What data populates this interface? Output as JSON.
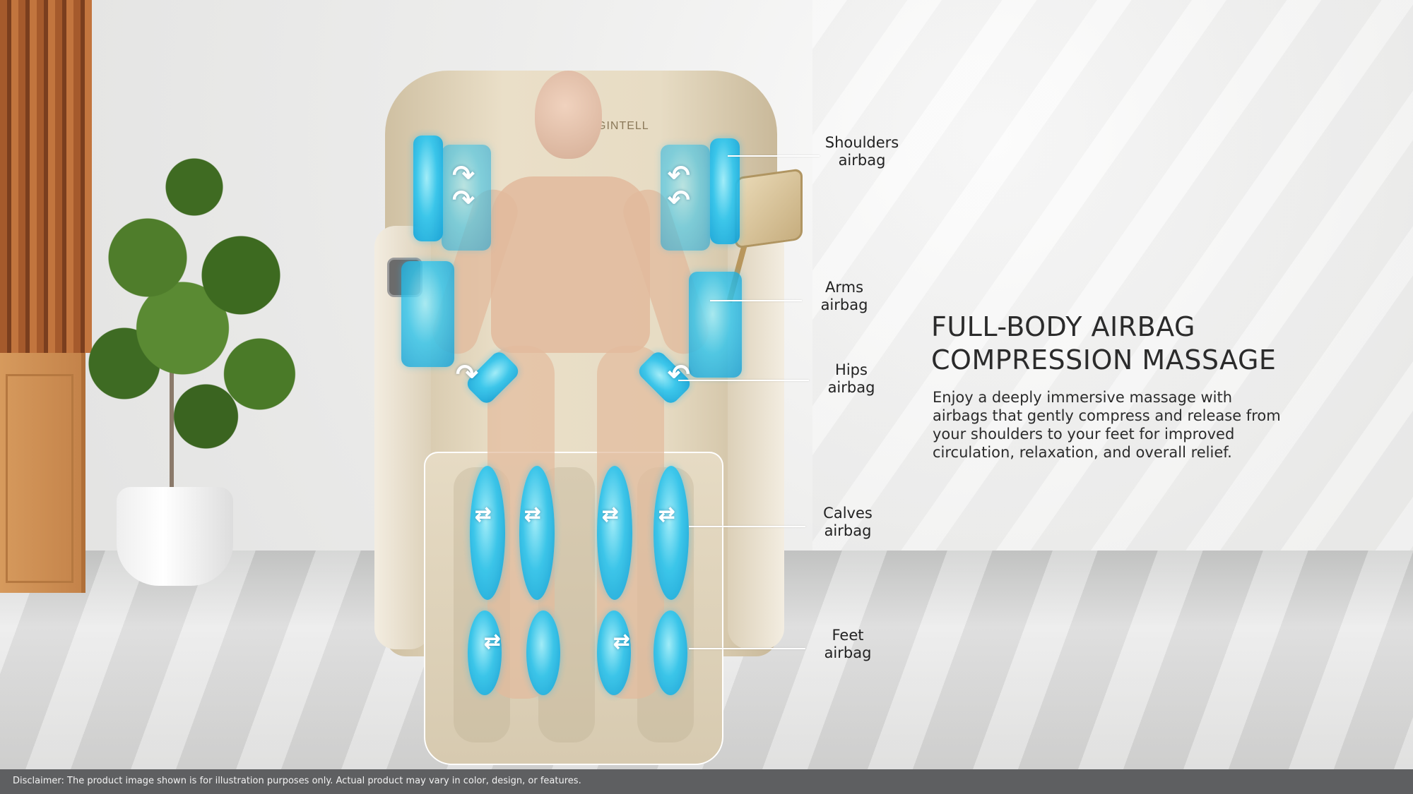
{
  "brand": {
    "logo": "GINTELL"
  },
  "headline": {
    "line1": "FULL-BODY AIRBAG",
    "line2": "COMPRESSION MASSAGE"
  },
  "description": "Enjoy a deeply immersive massage with airbags that gently compress and release from your shoulders to your feet for improved circulation, relaxation, and overall relief.",
  "callouts": {
    "shoulders": {
      "line1": "Shoulders",
      "line2": "airbag"
    },
    "arms": {
      "line1": "Arms",
      "line2": "airbag"
    },
    "hips": {
      "line1": "Hips",
      "line2": "airbag"
    },
    "calves": {
      "line1": "Calves",
      "line2": "airbag"
    },
    "feet": {
      "line1": "Feet",
      "line2": "airbag"
    }
  },
  "disclaimer": "Disclaimer: The product image shown is for illustration purposes only. Actual product may vary in color, design, or features.",
  "colors": {
    "airbag": "#2fc6ef",
    "headline": "#2b2b2b",
    "disclaimer_bar": "#5e5f61",
    "chair": "#e7dcc4"
  },
  "icons": [
    "rotation-arrow-icon"
  ]
}
